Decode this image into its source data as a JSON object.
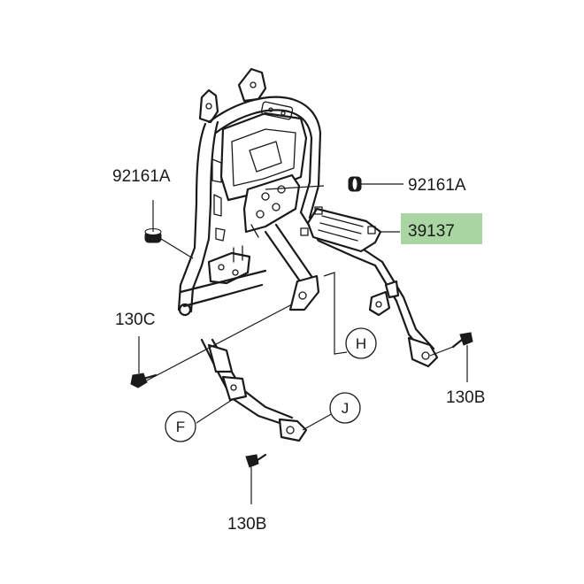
{
  "part_labels": {
    "nut_left": "92161A",
    "nut_right": "92161A",
    "bracket_highlight": "39137",
    "bolt_left": "130C",
    "bolt_right": "130B",
    "bolt_bottom": "130B"
  },
  "callouts": {
    "h": "H",
    "f": "F",
    "j": "J"
  },
  "colors": {
    "highlight": "#a8d5a2",
    "line": "#1a1a1a"
  }
}
